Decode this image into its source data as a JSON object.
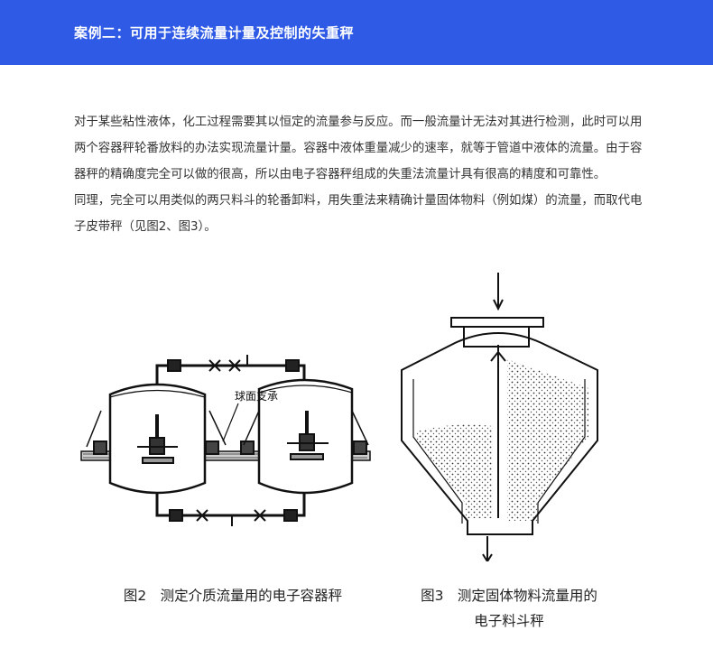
{
  "header": {
    "title": "案例二：可用于连续流量计量及控制的失重秤",
    "bg_color": "#2f5ae6"
  },
  "article": {
    "paragraph_1": "对于某些粘性液体，化工过程需要其以恒定的流量参与反应。而一般流量计无法对其进行检测，此时可以用两个容器秤轮番放料的办法实现流量计量。容器中液体重量减少的速率，就等于管道中液体的流量。由于容器秤的精确度完全可以做的很高，所以由电子容器秤组成的失重法流量计具有很高的精度和可靠性。",
    "paragraph_2": "同理，完全可以用类似的两只料斗的轮番卸料，用失重法来精确计量固体物料（例如煤）的流量，而取代电子皮带秤（见图2、图3）。"
  },
  "figures": {
    "fig2": {
      "caption": "图2　测定介质流量用的电子容器秤",
      "label": "球面支承"
    },
    "fig3": {
      "caption_line1": "图3　测定固体物料流量用的",
      "caption_line2": "电子料斗秤"
    }
  }
}
